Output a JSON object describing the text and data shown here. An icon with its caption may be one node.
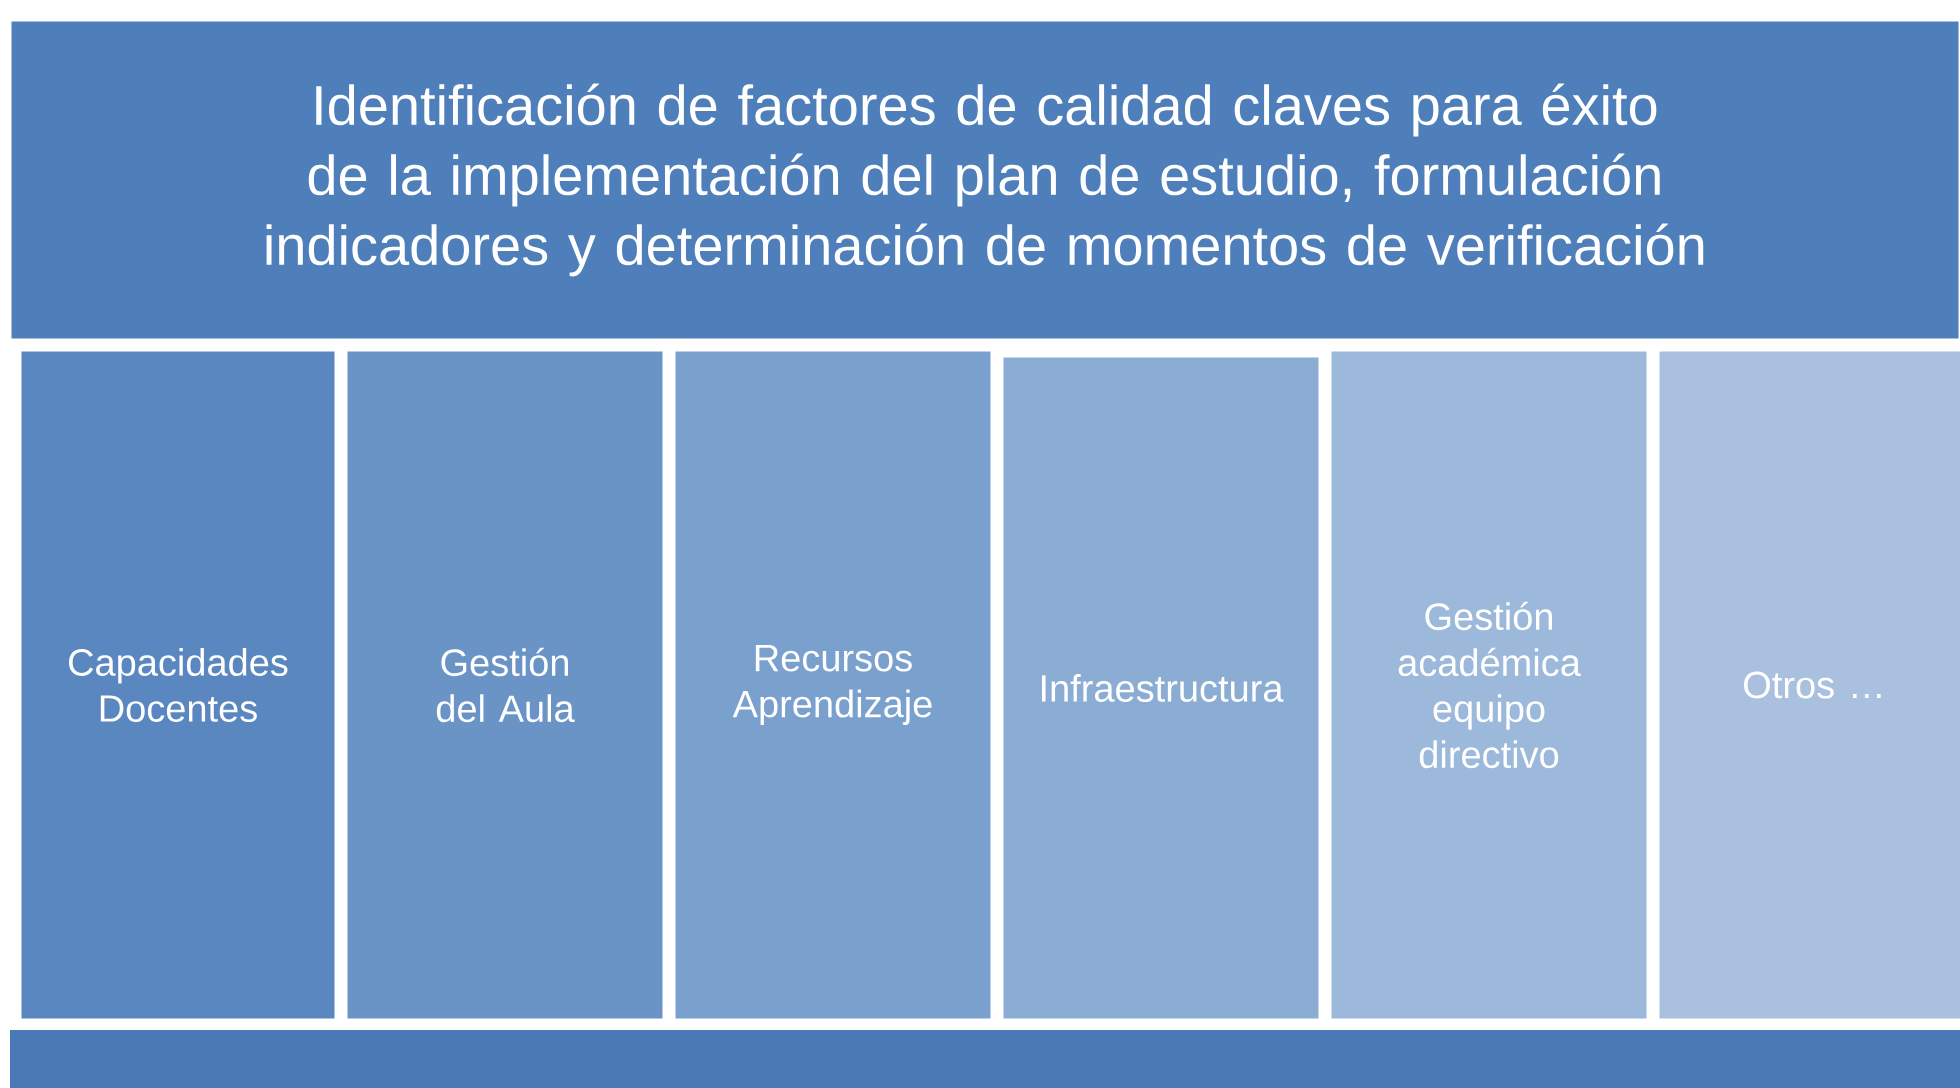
{
  "diagram": {
    "nodes": [
      {
        "text": [
          "Identificación de factores de calidad claves para éxito de la implementación del plan de estudio, formulación indicadores y determinación de momentos de verificación"
        ]
      },
      {
        "text": [
          "Capacidades Docentes"
        ]
      },
      {
        "text": [
          "Gestión del Aula"
        ]
      },
      {
        "text": [
          "Recursos Aprendizaje"
        ]
      },
      {
        "text": [
          "Infraestructura"
        ]
      },
      {
        "text": [
          "Gestión académica equipo directivo"
        ]
      },
      {
        "text": [
          "Otros …"
        ]
      },
      {
        "text": [],
        "shape": "bar"
      }
    ]
  }
}
